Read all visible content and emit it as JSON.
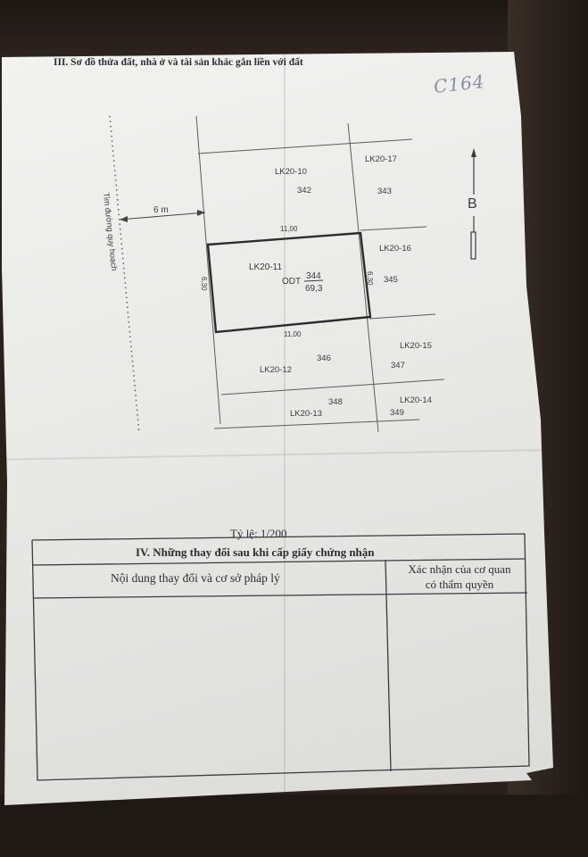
{
  "header": {
    "section_title": "III. Sơ đồ thửa đất, nhà ở và tài sản khác gắn liền với đất",
    "handwritten_note": "C164"
  },
  "map": {
    "road_label": "Tim đường quy hoạch",
    "road_distance": "6 m",
    "north_marker": "B",
    "main_parcel": {
      "block": "LK20-11",
      "use_code": "ODT",
      "parcel_no": "344",
      "area": "69,3",
      "width_top": "11,00",
      "width_bottom": "11,00",
      "depth_left": "6,30",
      "depth_right": "6,30"
    },
    "neighbors": [
      {
        "block": "LK20-10",
        "parcel_no": "342"
      },
      {
        "block": "LK20-17",
        "parcel_no": "343"
      },
      {
        "block": "LK20-16",
        "parcel_no": "345"
      },
      {
        "block": "LK20-12",
        "parcel_no": "346"
      },
      {
        "block": "LK20-15",
        "parcel_no": "347"
      },
      {
        "block": "LK20-13",
        "parcel_no": "348"
      },
      {
        "block": "LK20-14",
        "parcel_no": "349"
      }
    ]
  },
  "scale": "Tỷ lệ: 1/200",
  "changes_table": {
    "title": "IV. Những thay đổi sau khi cấp giấy chứng nhận",
    "col_content": "Nội dung thay đổi và cơ sở pháp lý",
    "col_confirm_line1": "Xác nhận của cơ quan",
    "col_confirm_line2": "có thẩm quyền"
  },
  "colors": {
    "ink": "#3a3a44",
    "paper": "#ececea",
    "background": "#2a211c"
  }
}
